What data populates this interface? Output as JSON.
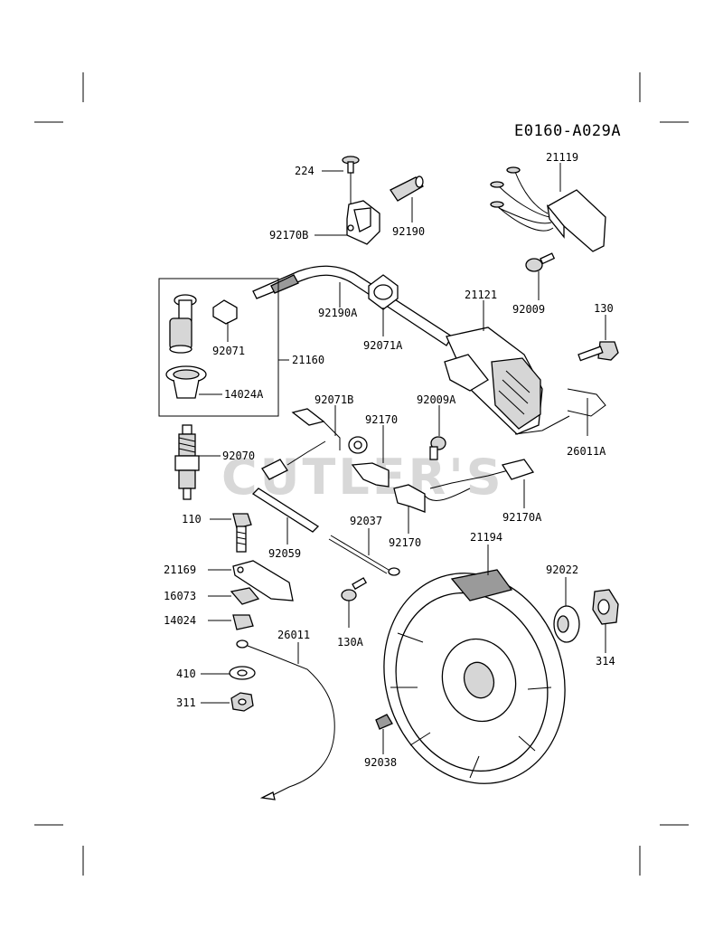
{
  "diagram": {
    "code": "E0160-A029A",
    "watermark": "CUTLER'S",
    "labels": {
      "p224": "224",
      "p92170B": "92170B",
      "p92190": "92190",
      "p21119": "21119",
      "p92009": "92009",
      "p21121": "21121",
      "p130": "130",
      "p92190A": "92190A",
      "p92071A": "92071A",
      "p92071": "92071",
      "p21160": "21160",
      "p14024A": "14024A",
      "p92071B": "92071B",
      "p92009A": "92009A",
      "p92170": "92170",
      "p26011A": "26011A",
      "p92070": "92070",
      "p92170b2": "92170",
      "p92170A": "92170A",
      "p110": "110",
      "p92037": "92037",
      "p92059": "92059",
      "p21194": "21194",
      "p92022": "92022",
      "p21169": "21169",
      "p16073": "16073",
      "p14024": "14024",
      "p130A": "130A",
      "p314": "314",
      "p26011": "26011",
      "p410": "410",
      "p311": "311",
      "p92038": "92038"
    }
  }
}
